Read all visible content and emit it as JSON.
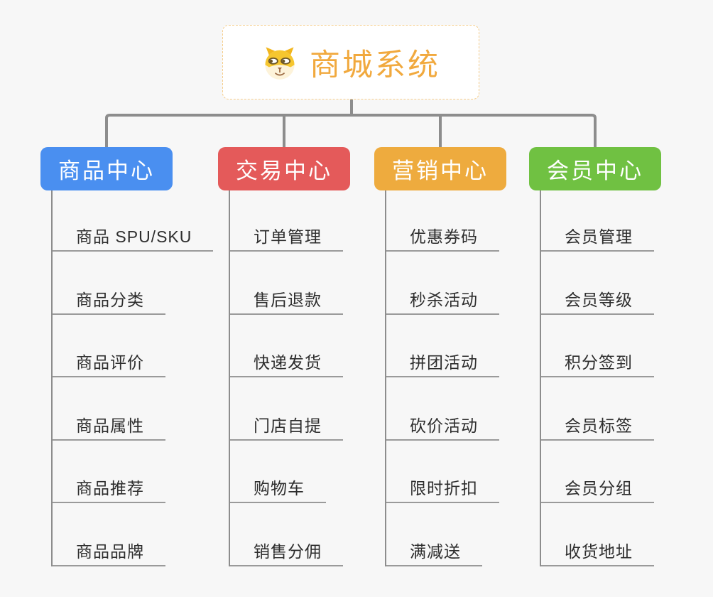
{
  "root": {
    "title": "商城系统",
    "icon": "dog-face-icon"
  },
  "branches": [
    {
      "label": "商品中心",
      "color": "#4a8ff0",
      "children": [
        "商品 SPU/SKU",
        "商品分类",
        "商品评价",
        "商品属性",
        "商品推荐",
        "商品品牌"
      ]
    },
    {
      "label": "交易中心",
      "color": "#e45a5a",
      "children": [
        "订单管理",
        "售后退款",
        "快递发货",
        "门店自提",
        "购物车",
        "销售分佣"
      ]
    },
    {
      "label": "营销中心",
      "color": "#eeab3e",
      "children": [
        "优惠券码",
        "秒杀活动",
        "拼团活动",
        "砍价活动",
        "限时折扣",
        "满减送"
      ]
    },
    {
      "label": "会员中心",
      "color": "#70c142",
      "children": [
        "会员管理",
        "会员等级",
        "积分签到",
        "会员标签",
        "会员分组",
        "收货地址"
      ]
    }
  ],
  "colors": {
    "bg": "#f7f7f7",
    "line": "#8d8d8d",
    "underline": "#9a9a9a",
    "text": "#2d2d2d",
    "root-accent": "#f1a93e",
    "root-border": "#f6cd8a"
  }
}
